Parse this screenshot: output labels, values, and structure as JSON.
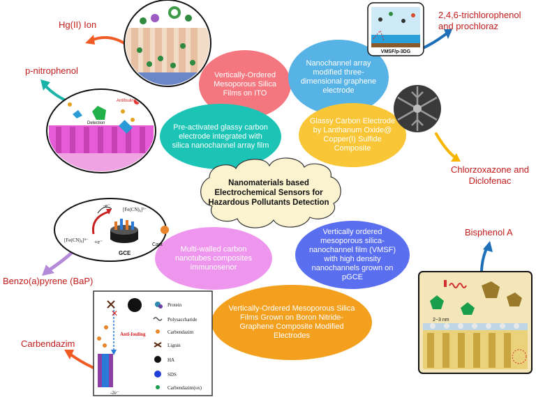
{
  "center": {
    "line1": "Nanomaterials based",
    "line2": "Electrochemical Sensors for",
    "line3": "Hazardous Pollutants Detection"
  },
  "bubbles": {
    "vomsf_ito": {
      "text": "Vertically-Ordered Mesoporous Silica Films on ITO",
      "color": "#f4777f"
    },
    "nanochannel_graphene": {
      "text": "Nanochannel array modified three-dimensional graphene electrode",
      "color": "#57b2e6"
    },
    "preactivated_gce": {
      "text": "Pre-activated glassy carbon electrode integrated with silica nanochannel array film",
      "color": "#1cc4b5"
    },
    "lanthanum_gce": {
      "text": "Glassy Carbon Electrode by Lanthanum Oxide@ Copper(I) Sulfide Composite",
      "color": "#f9c637"
    },
    "mwcnt": {
      "text": "Multi-walled carbon nanotubes composites immunosenor",
      "color": "#ee96ee"
    },
    "vmsf_pgce": {
      "text": "Vertically ordered mesoporous silica-nanochannel film (VMSF) with high density nanochannels grown on pGCE",
      "color": "#5a6ef0"
    },
    "vomsf_bn": {
      "text": "Vertically-Ordered Mesoporous Silica Films Grown on Boron Nitride-Graphene Composite Modified Electrodes",
      "color": "#f3a01f"
    }
  },
  "analytes": {
    "hg": "Hg(II) Ion",
    "pnp": "p-nitrophenol",
    "tcp_line1": "2,4,6-trichlorophenol",
    "tcp_line2": "and prochloraz",
    "chlor_line1": "Chlorzoxazone and",
    "chlor_line2": "Diclofenac",
    "bpa": "Bisphenol A",
    "bap": "Benzo(a)pyrene (BaP)",
    "carb": "Carbendazim"
  },
  "figure_labels": {
    "vmsf_p3dg": "VMSF/p-3DG",
    "antifouling": "Antifouling",
    "detection": "Detection",
    "gce": "GCE",
    "fe_top": "[Fe(CN)₆]³⁻",
    "fe_left": "[Fe(CN)₆]⁴⁻",
    "e_minus": "-e⁻",
    "e_plus": "+e⁻",
    "capt": "Capt",
    "nm_scale": "2~3 nm",
    "anti_fouling": "Anti-fouling",
    "minus_2e": "-2e⁻"
  },
  "legend": {
    "protein": "Protein",
    "polysaccharide": "Polysaccharide",
    "carbendazim": "Carbendazim",
    "lignin": "Lignin",
    "ha": "HA",
    "sds": "SDS",
    "carbendazim_ox": "Carbendazim(ox)"
  },
  "colors": {
    "label_red": "#c21b1b",
    "arrow_orange": "#f05a23",
    "arrow_teal": "#1bb3a8",
    "arrow_blue": "#1e6fb8",
    "arrow_gold": "#f7b500",
    "arrow_purple": "#b48ad8",
    "center_fill": "#fbf3d0"
  }
}
